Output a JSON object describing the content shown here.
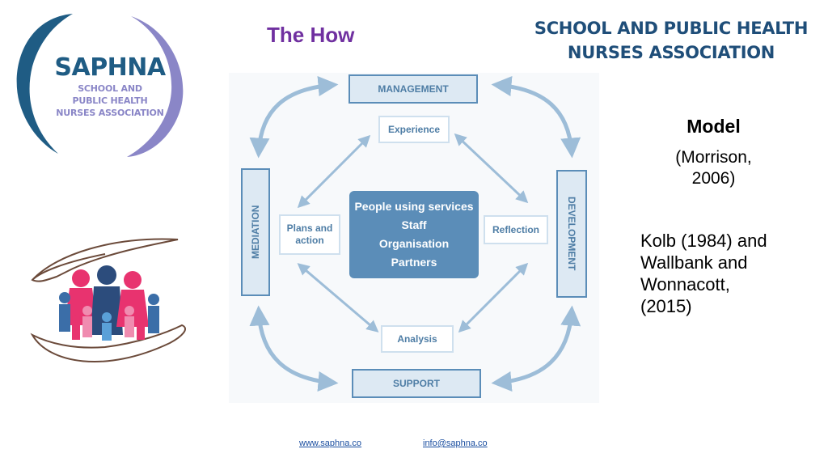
{
  "logo": {
    "name": "SAPHNA",
    "sub_lines": [
      "SCHOOL AND",
      "PUBLIC HEALTH",
      "NURSES ASSOCIATION"
    ]
  },
  "title": "The How",
  "org_heading": {
    "line1": "SCHOOL AND PUBLIC HEALTH",
    "line2": "NURSES ASSOCIATION"
  },
  "diagram": {
    "outer": {
      "top": "MANAGEMENT",
      "right": "DEVELOPMENT",
      "bottom": "SUPPORT",
      "left": "MEDIATION"
    },
    "inner": {
      "top": "Experience",
      "right": "Reflection",
      "bottom": "Analysis",
      "left_line1": "Plans and",
      "left_line2": "action"
    },
    "center": [
      "People using services",
      "Staff",
      "Organisation",
      "Partners"
    ]
  },
  "model": {
    "label": "Model",
    "cite_line1": "(Morrison,",
    "cite_line2": "2006)"
  },
  "kolb": {
    "line1": "Kolb (1984) and",
    "line2": "Wallbank and",
    "line3": "Wonnacott,",
    "line4": "(2015)"
  },
  "footer": {
    "website": "www.saphna.co",
    "email": "info@saphna.co"
  },
  "colors": {
    "title": "#7030a0",
    "heading": "#1f4e79",
    "diagram_blue": "#5b8db8",
    "arrow": "#9dbdd8"
  }
}
